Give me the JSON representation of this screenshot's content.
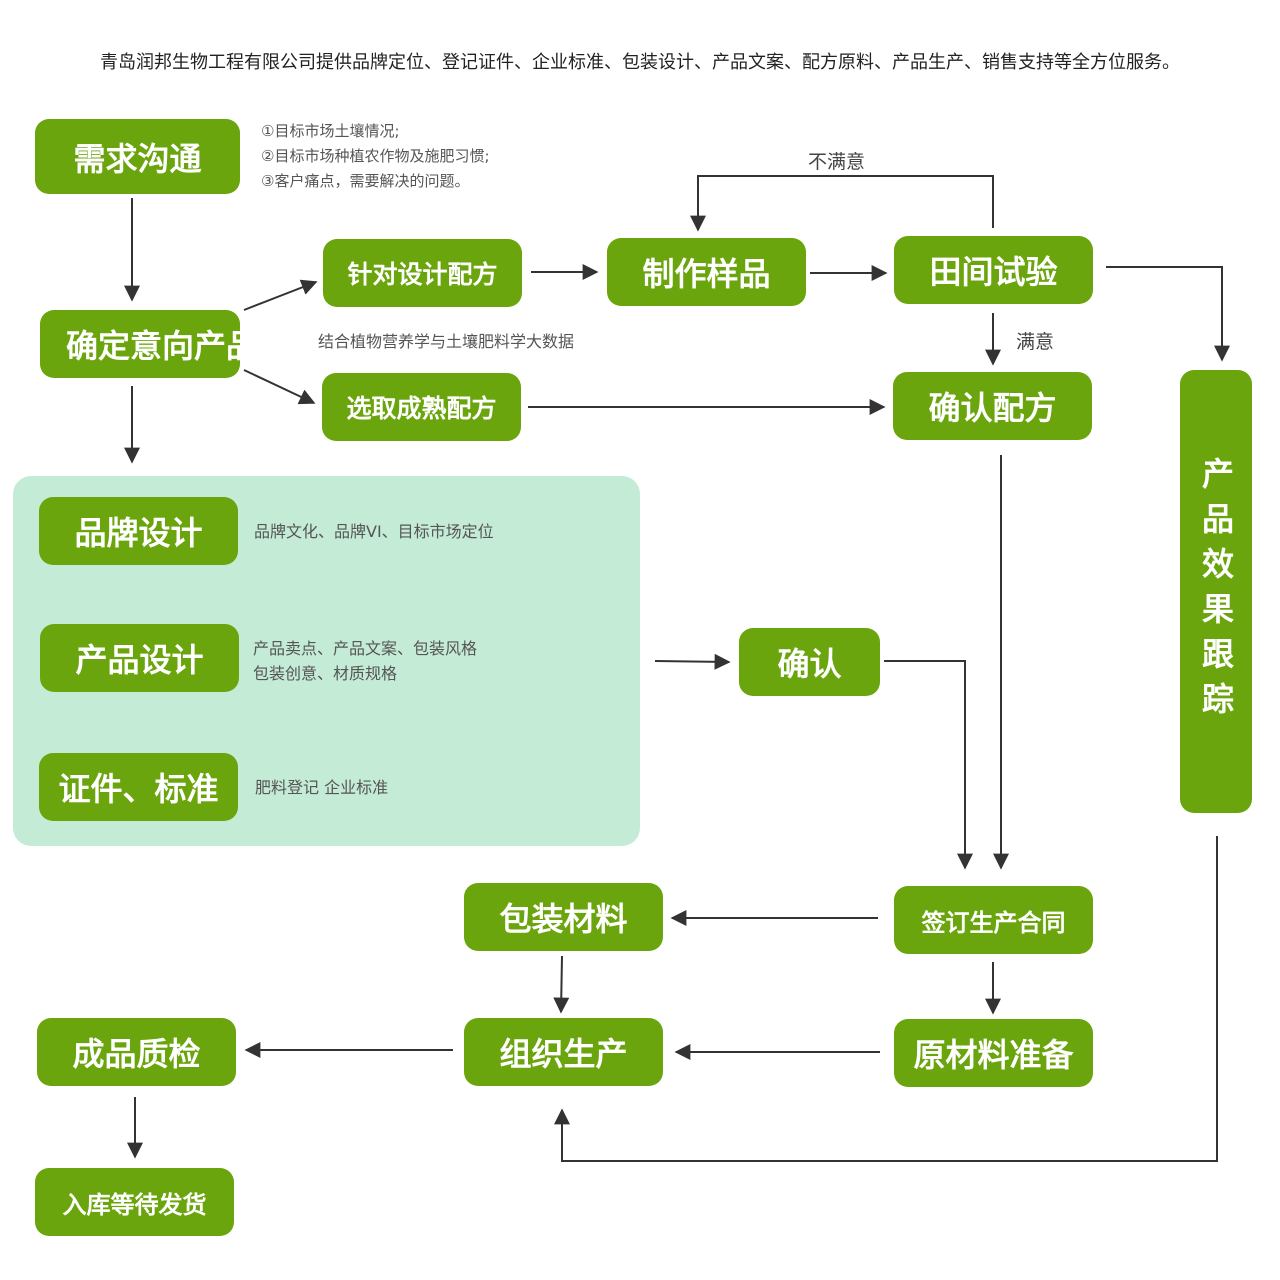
{
  "header": "青岛润邦生物工程有限公司提供品牌定位、登记证件、企业标准、包装设计、产品文案、配方原料、产品生产、销售支持等全方位服务。",
  "nodes": {
    "demand": "需求沟通",
    "intent": "确定意向产品",
    "custom_formula": "针对设计配方",
    "select_formula": "选取成熟配方",
    "sample": "制作样品",
    "field_test": "田间试验",
    "confirm_formula": "确认配方",
    "brand_design": "品牌设计",
    "product_design": "产品设计",
    "certs": "证件、标准",
    "confirm": "确认",
    "contract": "签订生产合同",
    "packaging": "包装材料",
    "raw_prep": "原材料准备",
    "produce": "组织生产",
    "qc": "成品质检",
    "warehouse": "入库等待发货",
    "tracking": "产品效果跟踪"
  },
  "notes": {
    "demand_1": "①目标市场土壤情况;",
    "demand_2": "②目标市场种植农作物及施肥习惯;",
    "demand_3": "③客户痛点，需要解决的问题。",
    "formula_basis": "结合植物营养学与土壤肥料学大数据",
    "brand": "品牌文化、品牌VI、目标市场定位",
    "product_1": "产品卖点、产品文案、包装风格",
    "product_2": "包装创意、材质规格",
    "certs": "肥料登记 企业标准"
  },
  "labels": {
    "unsatisfied": "不满意",
    "satisfied": "满意"
  },
  "colors": {
    "node": "#6ba50d",
    "panel": "#c4ebd6",
    "arrow": "#333333"
  }
}
